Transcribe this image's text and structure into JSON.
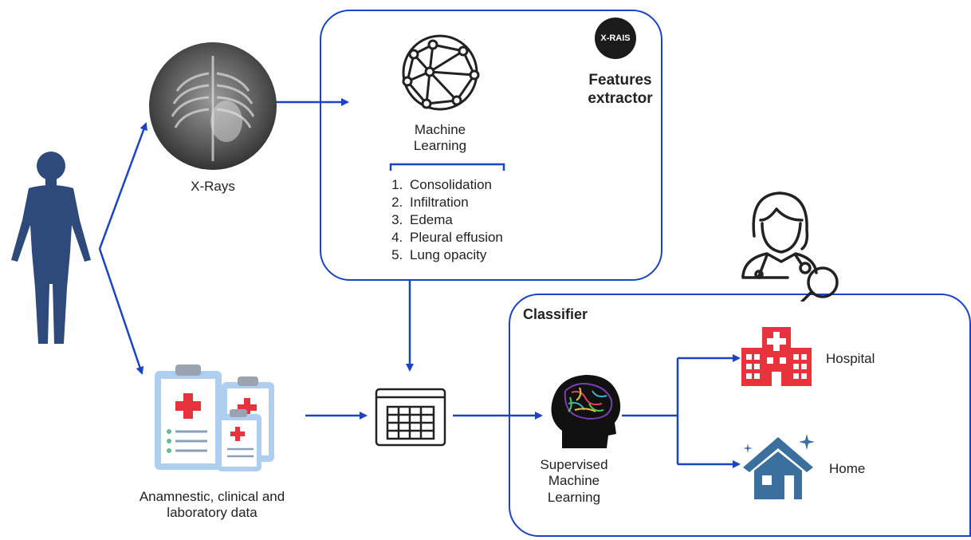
{
  "input": {
    "xray_label": "X-Rays",
    "clinical_label_line1": "Anamnestic, clinical and",
    "clinical_label_line2": "laboratory data"
  },
  "features_box": {
    "logo_text": "X-RAIS",
    "title_line1": "Features",
    "title_line2": "extractor",
    "ml_label_line1": "Machine",
    "ml_label_line2": "Learning",
    "features": [
      "Consolidation",
      "Infiltration",
      "Edema",
      "Pleural effusion",
      "Lung opacity"
    ]
  },
  "classifier_box": {
    "title": "Classifier",
    "ml_label_line1": "Supervised",
    "ml_label_line2": "Machine",
    "ml_label_line3": "Learning",
    "outputs": [
      "Hospital",
      "Home"
    ]
  },
  "colors": {
    "arrow": "#1a44c8",
    "human": "#2e4a7a",
    "hospital": "#e8323c",
    "home": "#3a6f9e",
    "clipboard": "#aecff0"
  },
  "icons": [
    "human-silhouette-icon",
    "xray-icon",
    "network-globe-icon",
    "clipboards-icon",
    "table-grid-icon",
    "brain-head-icon",
    "doctor-icon",
    "hospital-icon",
    "home-icon"
  ]
}
